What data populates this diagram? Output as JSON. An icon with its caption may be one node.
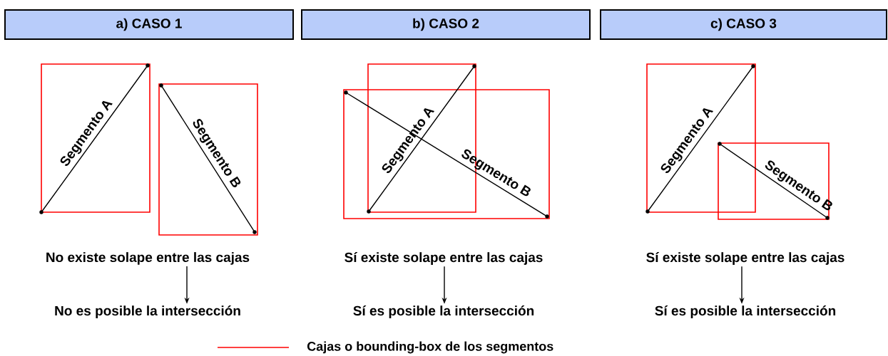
{
  "diagram": {
    "nodes": [
      {
        "text": [
          "a) CASO 1"
        ]
      },
      {
        "text": [
          "b) CASO 2"
        ]
      },
      {
        "text": [
          "c) CASO 3"
        ]
      },
      {
        "text": [
          "No existe solape entre las cajas"
        ]
      },
      {
        "text": [
          "Sí existe solape entre las cajas"
        ]
      },
      {
        "text": [
          "Sí existe solape entre las cajas"
        ]
      },
      {
        "text": [
          "No es posible la intersección"
        ]
      },
      {
        "text": [
          "Sí es posible la intersección"
        ]
      },
      {
        "text": [
          "Sí es posible la intersección"
        ]
      }
    ],
    "edges": [
      {
        "from": 3,
        "to": 6,
        "arrow": "to"
      },
      {
        "from": 4,
        "to": 7,
        "arrow": "to"
      },
      {
        "from": 5,
        "to": 8,
        "arrow": "to"
      }
    ],
    "labels": [
      "Segmento A",
      "Segmento B",
      "Segmento A",
      "Segmento B",
      "Segmento A",
      "Segmento B"
    ],
    "legend": [
      {
        "text": "Cajas o bounding-box de los segmentos"
      }
    ]
  }
}
